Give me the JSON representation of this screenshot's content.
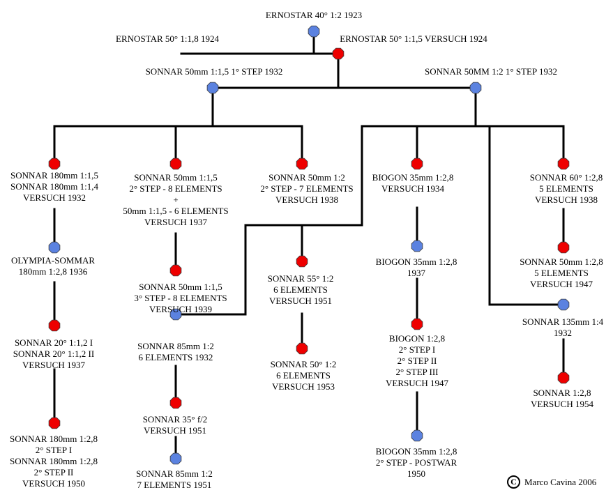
{
  "colors": {
    "red_node": "#ee0000",
    "blue_node": "#5b82e0",
    "line": "#000000"
  },
  "nodes": {
    "ernostar40": {
      "color": "blue",
      "lines": [
        "ERNOSTAR 40° 1:2 1923"
      ]
    },
    "ernostar50_18": {
      "color": "none",
      "lines": [
        "ERNOSTAR 50° 1:1,8 1924"
      ]
    },
    "ernostar50_15": {
      "color": "red",
      "lines": [
        "ERNOSTAR 50° 1:1,5 VERSUCH 1924"
      ]
    },
    "sonnar50_15_1": {
      "color": "blue",
      "lines": [
        "SONNAR 50mm 1:1,5  1° STEP  1932"
      ]
    },
    "sonnar50_2_1": {
      "color": "blue",
      "lines": [
        "SONNAR 50MM 1:2  1° STEP  1932"
      ]
    },
    "sonnar180": {
      "color": "red",
      "lines": [
        "SONNAR 180mm 1:1,5",
        "SONNAR 180mm 1:1,4",
        "VERSUCH 1932"
      ]
    },
    "sonnar50_15_2": {
      "color": "red",
      "lines": [
        "SONNAR 50mm 1:1,5",
        "2° STEP - 8 ELEMENTS",
        "+",
        "50mm 1:1,5 - 6 ELEMENTS",
        "VERSUCH 1937"
      ]
    },
    "sonnar50_2_2": {
      "color": "red",
      "lines": [
        "SONNAR 50mm 1:2",
        "2° STEP - 7 ELEMENTS",
        "VERSUCH 1938"
      ]
    },
    "biogon35_1": {
      "color": "red",
      "lines": [
        "BIOGON 35mm 1:2,8",
        "VERSUCH 1934"
      ]
    },
    "sonnar60": {
      "color": "red",
      "lines": [
        "SONNAR 60° 1:2,8",
        "5 ELEMENTS",
        "VERSUCH 1938"
      ]
    },
    "olympia": {
      "color": "blue",
      "lines": [
        "OLYMPIA-SOMMAR",
        "180mm 1:2,8  1936"
      ]
    },
    "sonnar50_15_3": {
      "color": "red",
      "lines": [
        "SONNAR 50mm 1:1,5",
        "3° STEP - 8 ELEMENTS",
        "VERSUCH 1939"
      ]
    },
    "sonnar55": {
      "color": "red",
      "lines": [
        "SONNAR 55° 1:2",
        "6  ELEMENTS",
        "VERSUCH 1951"
      ]
    },
    "biogon35_2": {
      "color": "blue",
      "lines": [
        "BIOGON 35mm 1:2,8",
        "1937"
      ]
    },
    "sonnar50_28": {
      "color": "red",
      "lines": [
        "SONNAR 50mm 1:2,8",
        "5 ELEMENTS",
        "VERSUCH 1947"
      ]
    },
    "sonnar20": {
      "color": "red",
      "lines": [
        "SONNAR 20° 1:1,2 I",
        "SONNAR 20° 1:1,2 II",
        "VERSUCH 1937"
      ]
    },
    "sonnar85_1": {
      "color": "blue",
      "lines": [
        "SONNAR 85mm 1:2",
        "6  ELEMENTS  1932"
      ]
    },
    "sonnar50deg": {
      "color": "red",
      "lines": [
        "SONNAR 50° 1:2",
        "6  ELEMENTS",
        "VERSUCH 1953"
      ]
    },
    "biogon_steps": {
      "color": "red",
      "lines": [
        "BIOGON 1:2,8",
        "2° STEP I",
        "2° STEP II",
        "2° STEP III",
        "VERSUCH 1947"
      ]
    },
    "sonnar135": {
      "color": "blue",
      "lines": [
        "SONNAR 135mm 1:4",
        "1932"
      ]
    },
    "sonnar35": {
      "color": "red",
      "lines": [
        "SONNAR 35° f/2",
        "VERSUCH 1951"
      ]
    },
    "sonnar1_28": {
      "color": "red",
      "lines": [
        "SONNAR 1:2,8",
        "VERSUCH 1954"
      ]
    },
    "sonnar180_28": {
      "color": "red",
      "lines": [
        "SONNAR 180mm 1:2,8",
        "2° STEP I",
        "SONNAR 180mm 1:2,8",
        "2° STEP II",
        "VERSUCH 1950"
      ]
    },
    "sonnar85_2": {
      "color": "blue",
      "lines": [
        "SONNAR 85mm 1:2",
        "7  ELEMENTS 1951"
      ]
    },
    "biogon_post": {
      "color": "blue",
      "lines": [
        "BIOGON 35mm 1:2,8",
        "2° STEP - POSTWAR",
        "1950"
      ]
    }
  },
  "credit": {
    "symbol": "C",
    "text": "Marco Cavina 2006"
  }
}
